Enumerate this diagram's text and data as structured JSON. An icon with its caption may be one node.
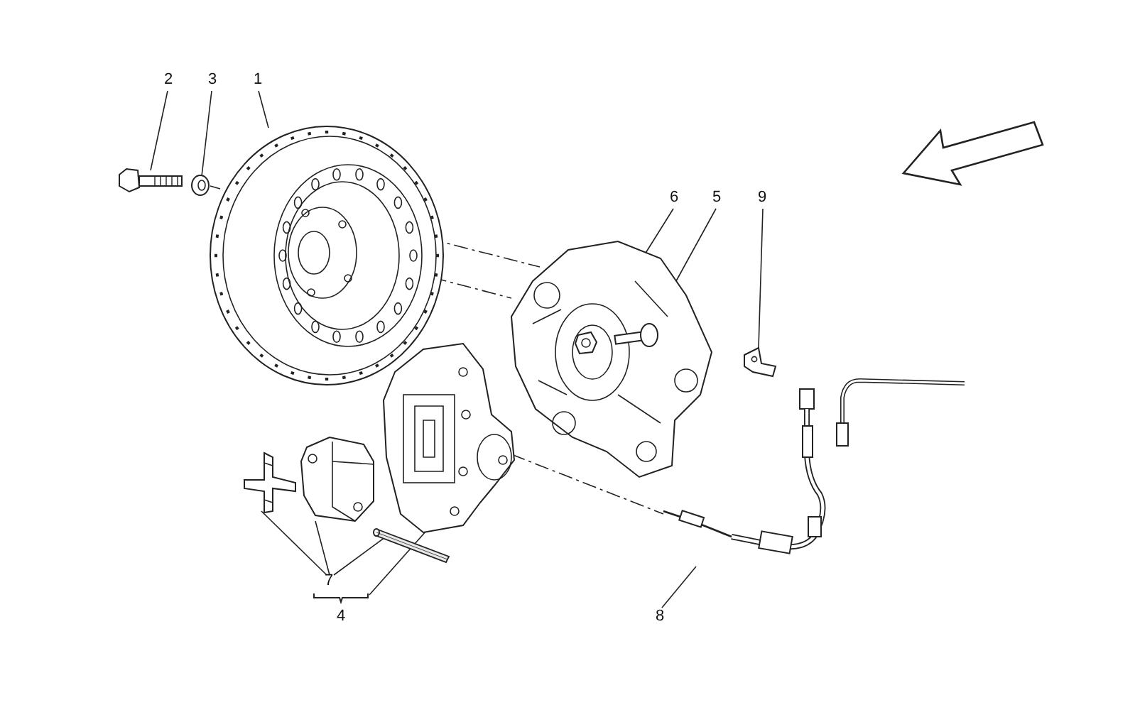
{
  "diagram": {
    "nodes": [
      {
        "text": [
          "1"
        ]
      },
      {
        "text": [
          "2"
        ]
      },
      {
        "text": [
          "3"
        ]
      },
      {
        "text": [
          "6"
        ]
      },
      {
        "text": [
          "5"
        ]
      },
      {
        "text": [
          "9"
        ]
      },
      {
        "text": [
          "7"
        ]
      },
      {
        "text": [
          "4"
        ]
      },
      {
        "text": [
          "8"
        ]
      },
      {
        "text": [],
        "shape": "picture"
      },
      {
        "text": [],
        "shape": "picture"
      },
      {
        "text": [],
        "shape": "picture"
      },
      {
        "text": [],
        "shape": "picture"
      },
      {
        "text": [],
        "shape": "picture",
        "in": 12
      },
      {
        "text": [],
        "shape": "picture",
        "in": 12
      },
      {
        "text": [],
        "shape": "picture"
      },
      {
        "text": [],
        "shape": "picture"
      },
      {
        "text": [],
        "shape": "picture"
      },
      {
        "text": [],
        "shape": "picture"
      },
      {
        "text": [],
        "shape": "picture"
      },
      {
        "text": [],
        "shape": "picture"
      }
    ],
    "edges": [
      {
        "from": 0,
        "to": 9,
        "arrow": "none"
      },
      {
        "from": 1,
        "to": 10,
        "arrow": "none"
      },
      {
        "from": 2,
        "to": 11,
        "arrow": "none"
      },
      {
        "from": 3,
        "to": 13,
        "arrow": "none"
      },
      {
        "from": 4,
        "to": 14,
        "arrow": "none"
      },
      {
        "from": 5,
        "to": 15,
        "arrow": "none"
      },
      {
        "from": 6,
        "to": 16,
        "arrow": "none"
      },
      {
        "from": 6,
        "to": 17,
        "arrow": "none"
      },
      {
        "from": 6,
        "to": 18,
        "arrow": "none"
      },
      {
        "from": 7,
        "to": 19,
        "arrow": "none"
      },
      {
        "from": 8,
        "to": 20,
        "arrow": "none"
      },
      {
        "from": 11,
        "to": 9,
        "arrow": "none",
        "style": "dashed"
      },
      {
        "from": 9,
        "to": 12,
        "arrow": "none",
        "style": "dashed"
      },
      {
        "from": 9,
        "to": 12,
        "arrow": "none",
        "style": "dashed"
      },
      {
        "from": 19,
        "to": 20,
        "arrow": "none",
        "style": "dashed"
      }
    ]
  }
}
